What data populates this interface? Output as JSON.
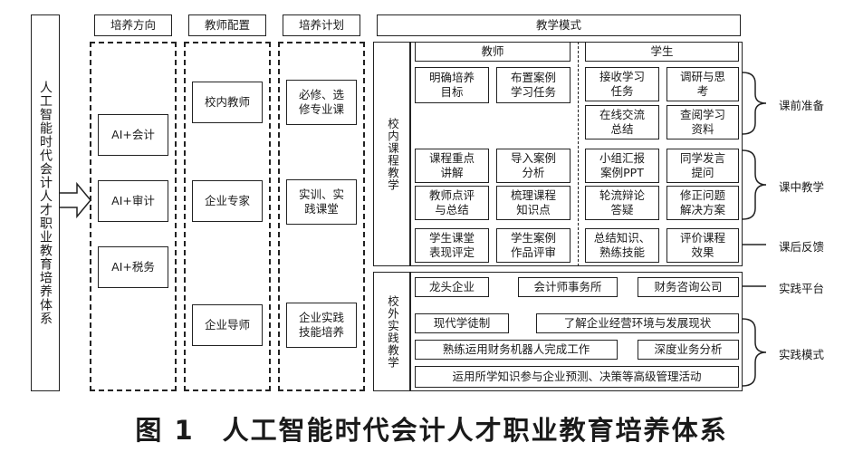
{
  "system": "人工智能时代会计人才职业教育培养体系",
  "headers": {
    "direction": "培养方向",
    "staffing": "教师配置",
    "plan": "培养计划",
    "mode": "教学模式"
  },
  "directions": [
    "AI+会计",
    "AI+审计",
    "AI+税务"
  ],
  "staff": [
    "校内教师",
    "企业专家",
    "企业导师"
  ],
  "plans": [
    "必修、选\n修专业课",
    "实训、实\n践课堂",
    "企业实践\n技能培养"
  ],
  "inschool": {
    "label": "校内课程教学",
    "teacher_header": "教师",
    "student_header": "学生",
    "teacher_cells": [
      "明确培养\n目标",
      "布置案例\n学习任务",
      "课程重点\n讲解",
      "导入案例\n分析",
      "教师点评\n与总结",
      "梳理课程\n知识点",
      "学生课堂\n表现评定",
      "学生案例\n作品评审"
    ],
    "student_cells": [
      "接收学习\n任务",
      "调研与思\n考",
      "在线交流\n总结",
      "查阅学习\n资料",
      "小组汇报\n案例PPT",
      "同学发言\n提问",
      "轮流辩论\n答疑",
      "修正问题\n解决方案",
      "总结知识、\n熟练技能",
      "评价课程\n效果"
    ],
    "phases": [
      "课前准备",
      "课中教学",
      "课后反馈"
    ]
  },
  "outschool": {
    "label": "校外实践教学",
    "platforms": [
      "龙头企业",
      "会计师事务所",
      "财务咨询公司"
    ],
    "platform_label": "实践平台",
    "modes": [
      "现代学徒制",
      "了解企业经营环境与发展现状",
      "熟练运用财务机器人完成工作",
      "深度业务分析",
      "运用所学知识参与企业预测、决策等高级管理活动"
    ],
    "mode_label": "实践模式"
  },
  "caption": "图 1　人工智能时代会计人才职业教育培养体系"
}
